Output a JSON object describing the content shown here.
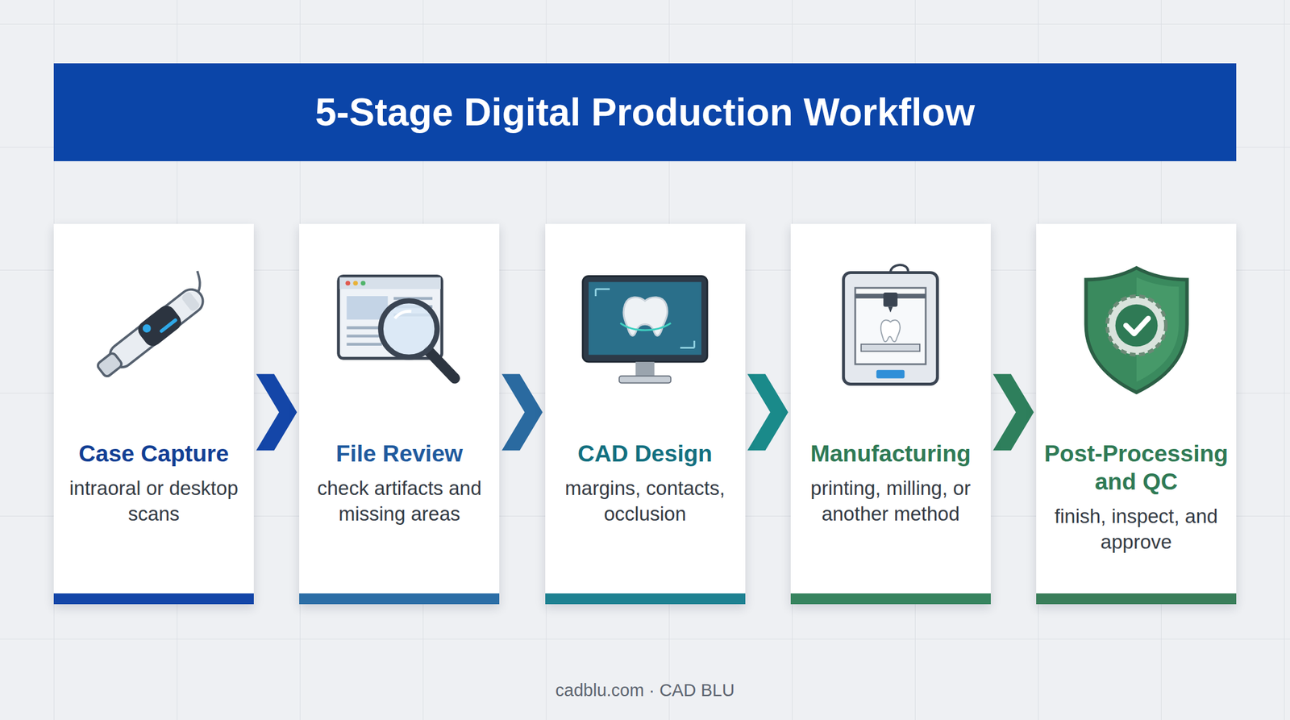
{
  "diagram": {
    "title": "5-Stage Digital Production Workflow",
    "caption": "cadblu.com · CAD BLU",
    "nodes": [
      {
        "text": [
          "Case Capture",
          "intraoral or desktop scans"
        ]
      },
      {
        "text": [
          "File Review",
          "check artifacts and missing areas"
        ]
      },
      {
        "text": [
          "CAD Design",
          "margins, contacts, occlusion"
        ]
      },
      {
        "text": [
          "Manufacturing",
          "printing, milling, or another method"
        ]
      },
      {
        "text": [
          "Post-Processing and QC",
          "finish, inspect, and approve"
        ]
      }
    ],
    "edges": [
      {
        "from": 0,
        "to": 1,
        "arrow": "to"
      },
      {
        "from": 1,
        "to": 2,
        "arrow": "to"
      },
      {
        "from": 2,
        "to": 3,
        "arrow": "to"
      },
      {
        "from": 3,
        "to": 4,
        "arrow": "to"
      }
    ]
  }
}
